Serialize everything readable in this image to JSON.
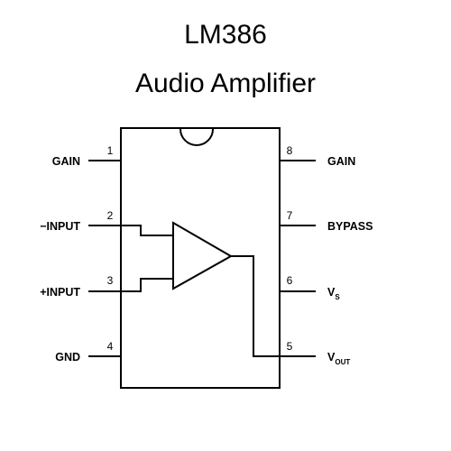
{
  "title": {
    "line1": "LM386",
    "line2": "Audio Amplifier"
  },
  "pins": {
    "p1": {
      "number": "1",
      "label": "GAIN"
    },
    "p2": {
      "number": "2",
      "label": "−INPUT"
    },
    "p3": {
      "number": "3",
      "label": "+INPUT"
    },
    "p4": {
      "number": "4",
      "label": "GND"
    },
    "p5": {
      "number": "5",
      "label_main": "V",
      "label_sub": "OUT"
    },
    "p6": {
      "number": "6",
      "label_main": "V",
      "label_sub": "S"
    },
    "p7": {
      "number": "7",
      "label": "BYPASS"
    },
    "p8": {
      "number": "8",
      "label": "GAIN"
    }
  },
  "colors": {
    "line": "#000000",
    "background": "#ffffff"
  }
}
